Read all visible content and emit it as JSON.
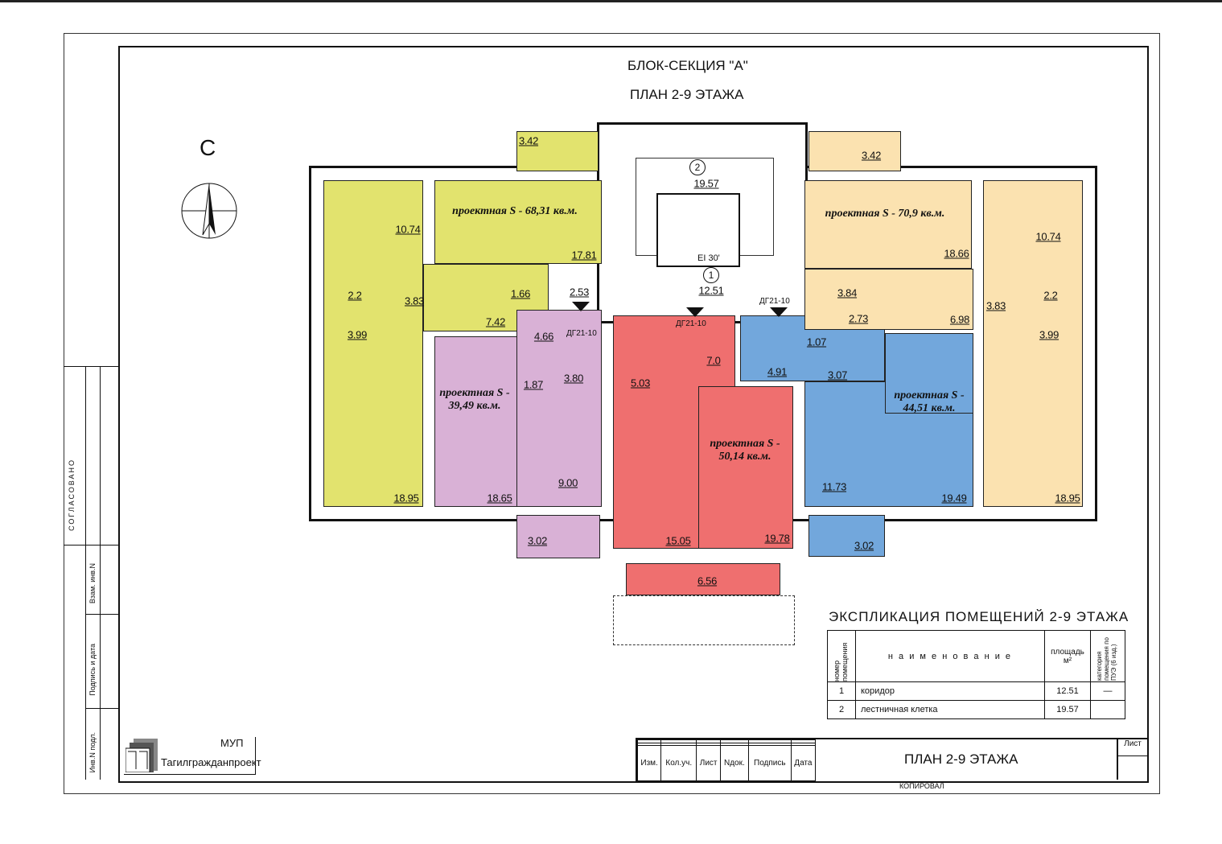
{
  "header": {
    "section": "БЛОК-СЕКЦИЯ \"А\"",
    "plan_title": "ПЛАН 2-9 ЭТАЖА"
  },
  "compass": {
    "north_letter": "С"
  },
  "apartments": [
    {
      "label": "проектная S - 68,31 кв.м.",
      "color": "#e2e36e"
    },
    {
      "label": "проектная S - 39,49 кв.м.",
      "color": "#d9b1d6"
    },
    {
      "label": "проектная S - 50,14 кв.м.",
      "color": "#ef6f6f"
    },
    {
      "label": "проектная S - 44,51 кв.м.",
      "color": "#72a7dc"
    },
    {
      "label": "проектная S - 70,9 кв.м.",
      "color": "#fbe2b0"
    }
  ],
  "room_areas": [
    "3.42",
    "3.42",
    "19.57",
    "10.74",
    "10.74",
    "17.81",
    "18.66",
    "2.2",
    "2.2",
    "3.83",
    "3.83",
    "1.66",
    "2.53",
    "12.51",
    "3.84",
    "3.99",
    "3.99",
    "7.42",
    "6.98",
    "4.66",
    "2.73",
    "1.07",
    "7.0",
    "4.91",
    "3.07",
    "1.87",
    "3.80",
    "5.03",
    "9.00",
    "11.73",
    "18.95",
    "18.65",
    "19.49",
    "18.95",
    "3.02",
    "15.05",
    "19.78",
    "3.02",
    "6.56"
  ],
  "room_numbers": [
    "1",
    "2"
  ],
  "fire_rating": "EI 30'",
  "door_tag": "ДГ21-10",
  "explication": {
    "title": "ЭКСПЛИКАЦИЯ ПОМЕЩЕНИЙ 2-9 ЭТАЖА",
    "headers": [
      "номер помещения",
      "н а и м е н о в а н и е",
      "площадь м²",
      "категория помещения по ПУЭ (6 изд.)"
    ],
    "rows": [
      [
        "1",
        "коридор",
        "12.51",
        "—"
      ],
      [
        "2",
        "лестничная клетка",
        "19.57",
        ""
      ]
    ]
  },
  "side_strip": {
    "agreed": "СОГЛАСОВАНО",
    "fields": [
      "Взам. инв.N",
      "Подпись и дата",
      "Инв.N подл."
    ]
  },
  "logo": {
    "org_type": "МУП",
    "name": "Тагилгражданпроект"
  },
  "title_block": {
    "columns": [
      "Изм.",
      "Кол.уч.",
      "Лист",
      "Nдок.",
      "Подпись",
      "Дата"
    ],
    "title": "ПЛАН 2-9 ЭТАЖА",
    "sheet_label": "Лист",
    "copied": "КОПИРОВАЛ"
  }
}
